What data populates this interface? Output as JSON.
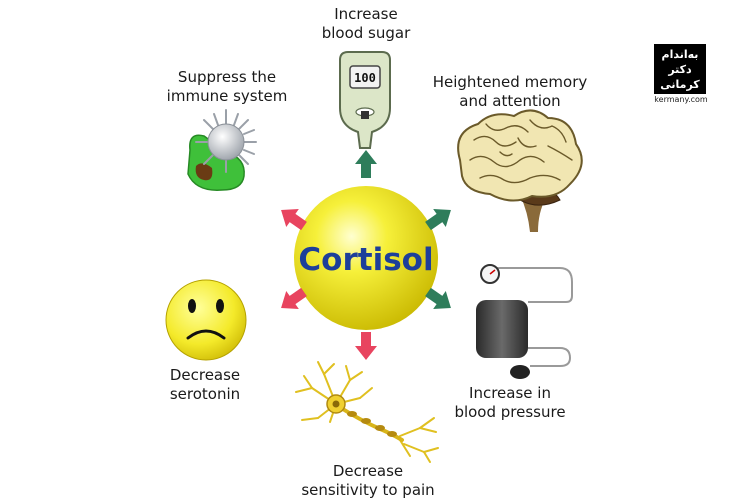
{
  "center": {
    "label": "Cortisol"
  },
  "effects": {
    "blood_sugar": [
      "Increase",
      "blood sugar"
    ],
    "immune": [
      "Suppress the",
      "immune system"
    ],
    "memory": [
      "Heightened memory",
      "and attention"
    ],
    "serotonin": [
      "Decrease",
      "serotonin"
    ],
    "blood_pressure": [
      "Increase in",
      "blood pressure"
    ],
    "pain": [
      "Decrease",
      "sensitivity to pain"
    ]
  },
  "glucometer": {
    "reading": "100"
  },
  "logo": {
    "lines": [
      "به‌اندام",
      "دکتر",
      "کرمانی"
    ],
    "url": "kermany.com"
  },
  "colors": {
    "increase_arrow": "#2e7d5b",
    "decrease_arrow": "#e8445f",
    "sphere": "#f3ee2c",
    "sphere_text": "#1d3f9a"
  }
}
